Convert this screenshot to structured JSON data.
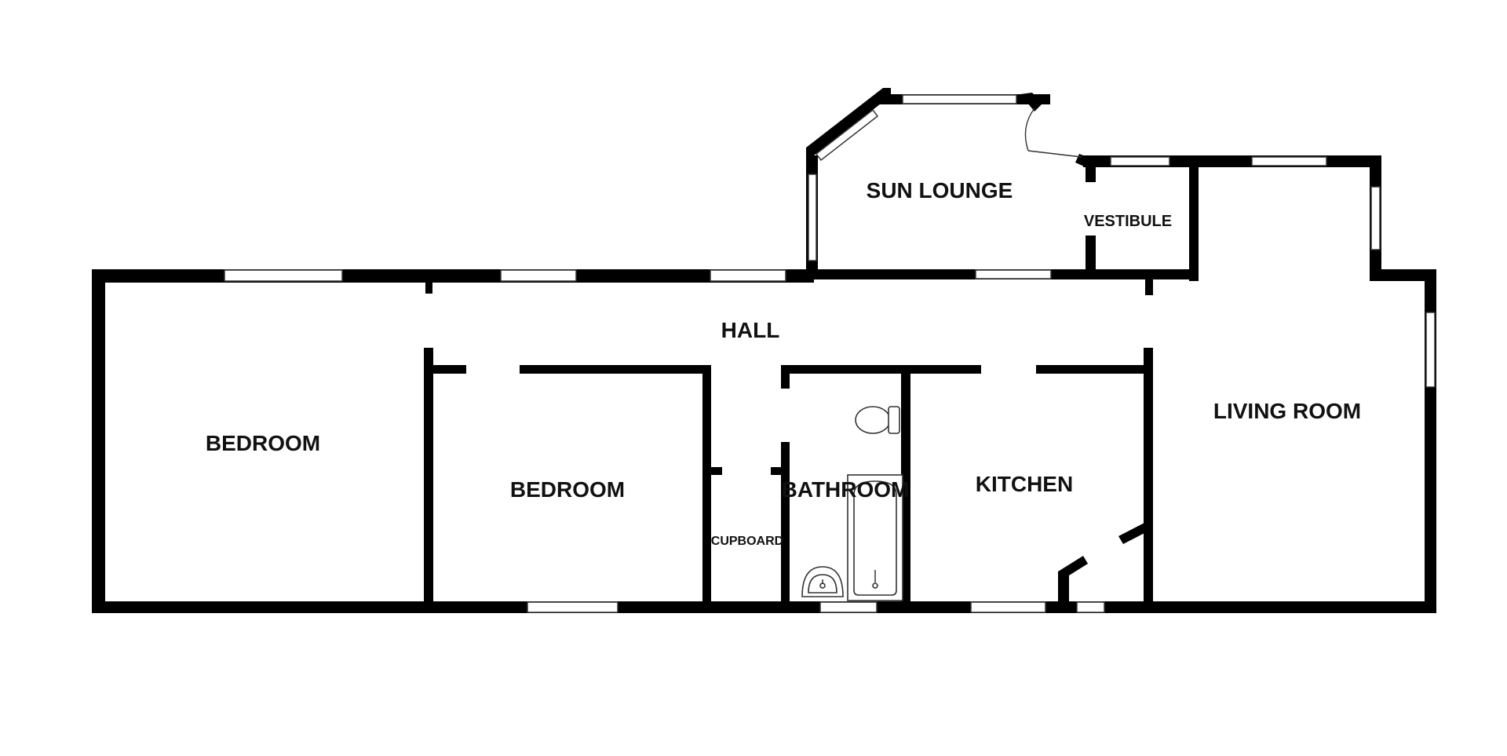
{
  "colors": {
    "wall": "#000000",
    "background": "#ffffff",
    "line": "#333333"
  },
  "rooms": {
    "bedroom_1": "BEDROOM",
    "bedroom_2": "BEDROOM",
    "hall": "HALL",
    "sun_lounge": "SUN LOUNGE",
    "vestibule": "VESTIBULE",
    "cupboard": "CUPBOARD",
    "bathroom": "BATHROOM",
    "kitchen": "KITCHEN",
    "living_room": "LIVING ROOM"
  },
  "icons": [
    "toilet-icon",
    "bathtub-icon",
    "washbasin-icon",
    "door-swing-icon"
  ]
}
